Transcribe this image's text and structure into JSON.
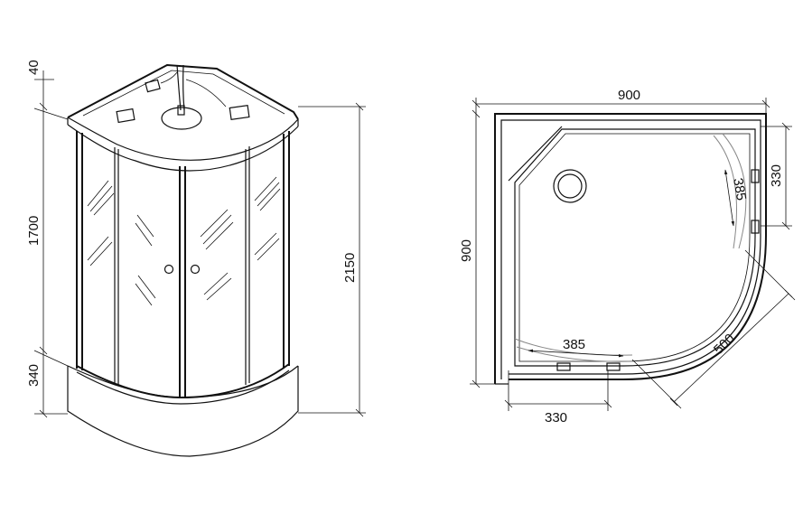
{
  "left_view": {
    "dim_top": "40",
    "dim_panel": "1700",
    "dim_base": "340",
    "dim_total": "2150"
  },
  "right_view": {
    "dim_width_top": "900",
    "dim_height_left": "900",
    "dim_right_330": "330",
    "dim_right_385": "385",
    "dim_bottom_385": "385",
    "dim_bottom_330": "330",
    "dim_diagonal": "500"
  }
}
